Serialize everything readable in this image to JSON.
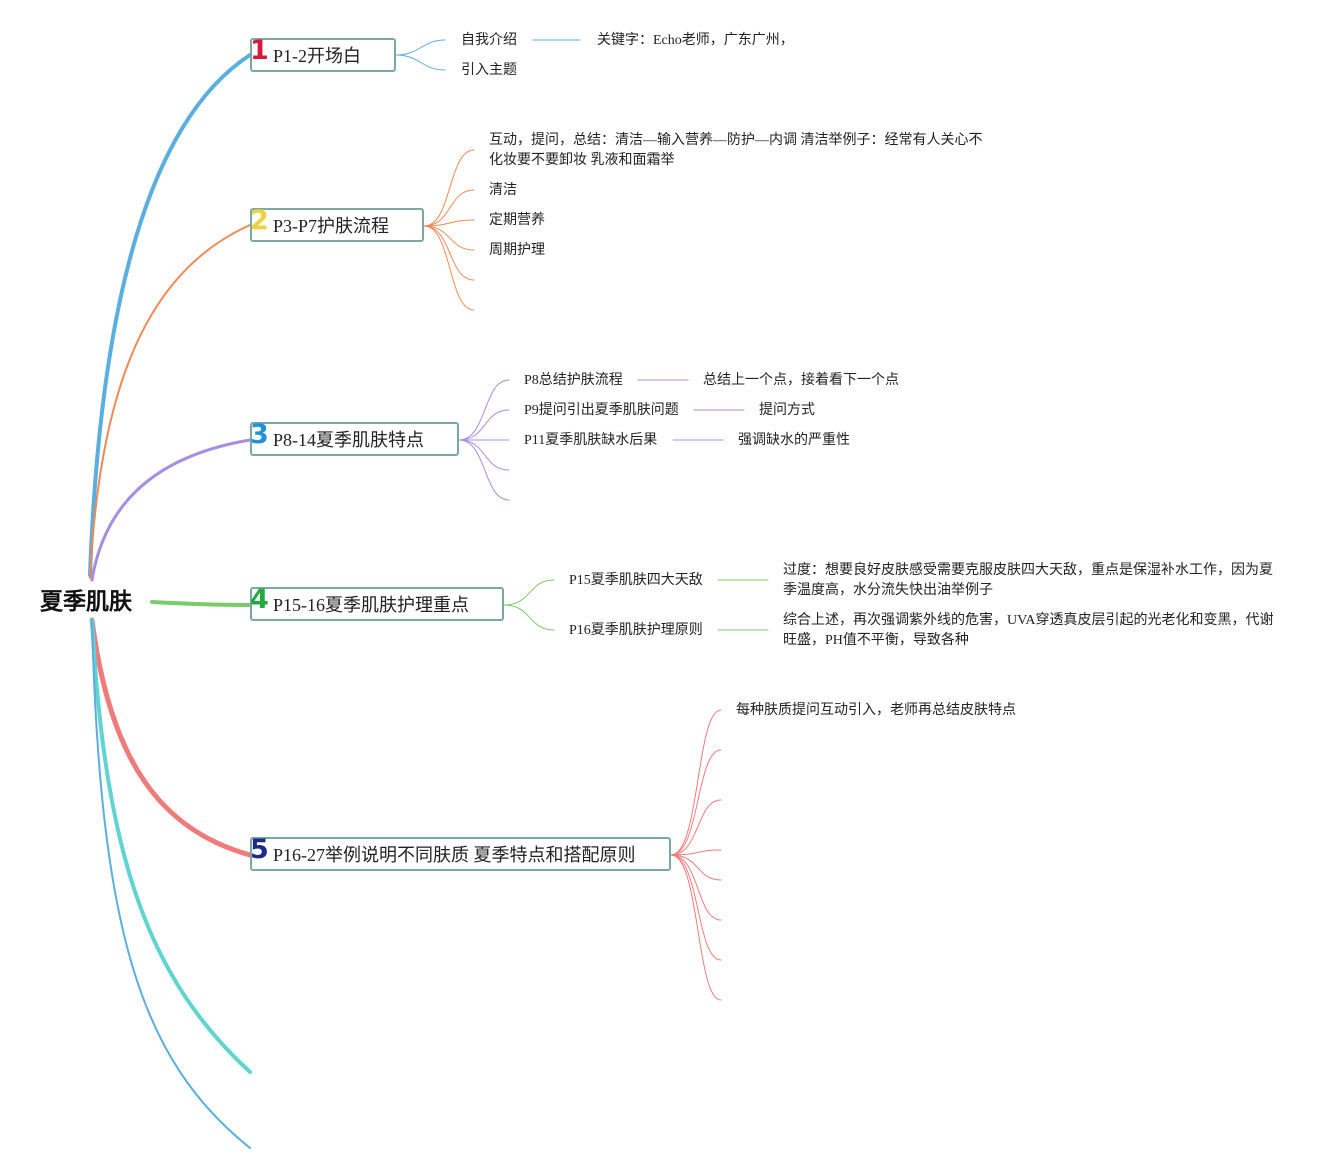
{
  "root": {
    "label": "夏季肌肤"
  },
  "topics": [
    {
      "number": "1",
      "number_color": "#d51a3a",
      "label": "P1-2开场白",
      "branch_color": "#5aaee0",
      "children": [
        {
          "label": "自我介绍",
          "note": "关键字：Echo老师，广东广州，"
        },
        {
          "label": "引入主题"
        }
      ]
    },
    {
      "number": "2",
      "number_color": "#f0d040",
      "label": "P3-P7护肤流程",
      "branch_color": "#ee8a55",
      "children": [
        {
          "label": "互动，提问，总结：清洁—输入营养—防护—内调 清洁举例子：经常有人关心不化妆要不要卸妆 乳液和面霜举"
        },
        {
          "label": "清洁"
        },
        {
          "label": "定期营养"
        },
        {
          "label": "周期护理"
        }
      ]
    },
    {
      "number": "3",
      "number_color": "#1e93d8",
      "label": "P8-14夏季肌肤特点",
      "branch_color": "#a58fe0",
      "children": [
        {
          "label": "P8总结护肤流程",
          "note": "总结上一个点，接着看下一个点"
        },
        {
          "label": "P9提问引出夏季肌肤问题",
          "note": "提问方式"
        },
        {
          "label": "P11夏季肌肤缺水后果",
          "note": "强调缺水的严重性"
        }
      ]
    },
    {
      "number": "4",
      "number_color": "#26a840",
      "label": "P15-16夏季肌肤护理重点",
      "branch_color": "#78cc6a",
      "children": [
        {
          "label": "P15夏季肌肤四大天敌",
          "note": "过度：想要良好皮肤感受需要克服皮肤四大天敌，重点是保湿补水工作，因为夏季温度高，水分流失快出油举例子"
        },
        {
          "label": "P16夏季肌肤护理原则",
          "note": "综合上述，再次强调紫外线的危害，UVA穿透真皮层引起的光老化和变黑，代谢旺盛，PH值不平衡，导致各种"
        }
      ]
    },
    {
      "number": "5",
      "number_color": "#1c2a8a",
      "label": "P16-27举例说明不同肤质 夏季特点和搭配原则",
      "branch_color": "#f07b7b",
      "children": [
        {
          "label": "每种肤质提问互动引入，老师再总结皮肤特点"
        }
      ]
    }
  ],
  "extra_branch_colors": [
    "#5fd4d0",
    "#5aaee0"
  ]
}
